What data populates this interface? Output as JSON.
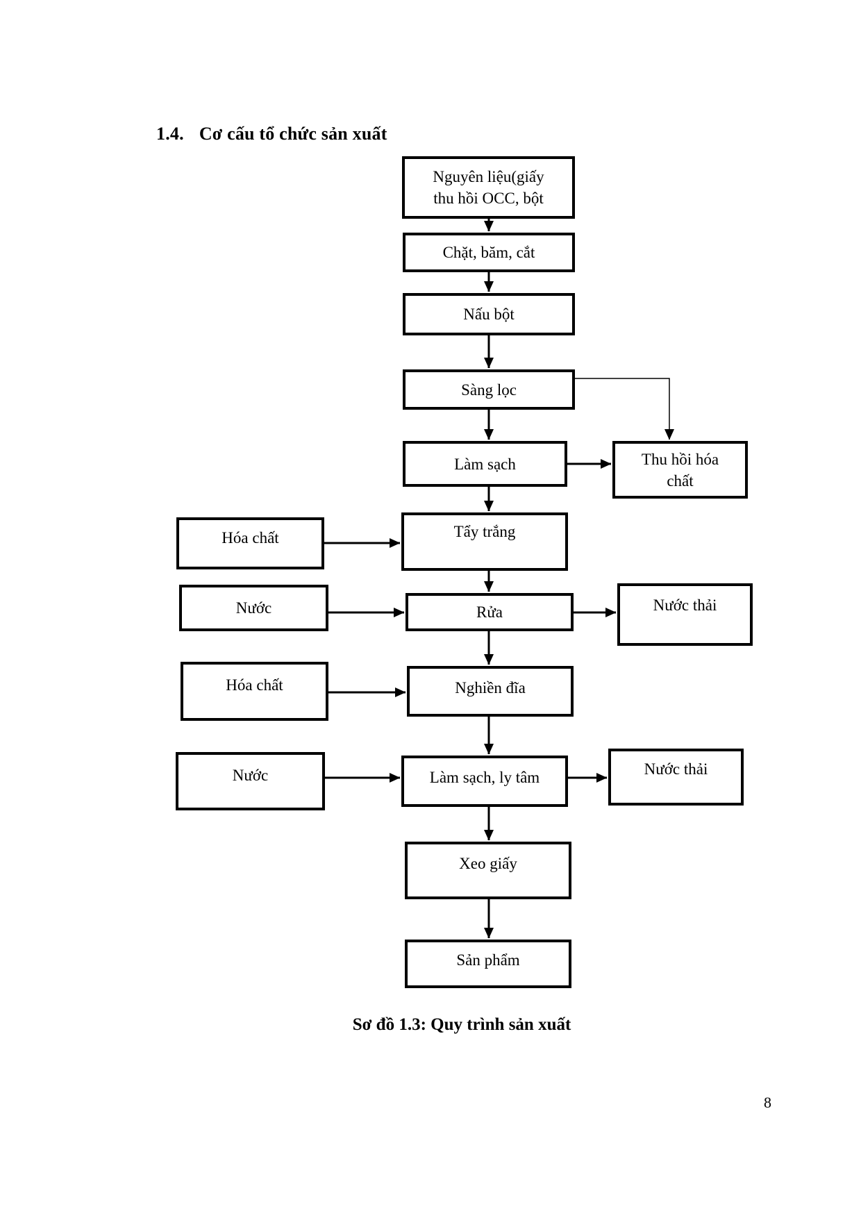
{
  "colors": {
    "ink": "#000000",
    "paper": "#ffffff"
  },
  "heading": {
    "number": "1.4.",
    "title": "Cơ cấu tổ chức sản xuất"
  },
  "caption": "Sơ đồ 1.3: Quy trình sản xuất",
  "page_number": "8",
  "diagram": {
    "nodes": {
      "nguyen_lieu": {
        "label": "Nguyên liệu(giấy\nthu hồi OCC, bột"
      },
      "chat_bam_cat": {
        "label": "Chặt, băm, cắt"
      },
      "nau_bot": {
        "label": "Nấu bột"
      },
      "sang_loc": {
        "label": "Sàng lọc"
      },
      "lam_sach": {
        "label": "Làm sạch"
      },
      "thu_hoi_hoa_chat": {
        "label": "Thu hồi hóa\nchất"
      },
      "hoa_chat_1": {
        "label": "Hóa chất"
      },
      "tay_trang": {
        "label": "Tẩy trắng"
      },
      "nuoc_1": {
        "label": "Nước"
      },
      "rua": {
        "label": "Rửa"
      },
      "nuoc_thai_1": {
        "label": "Nước thải"
      },
      "hoa_chat_2": {
        "label": "Hóa chất"
      },
      "nghien_dia": {
        "label": "Nghiền đĩa"
      },
      "nuoc_2": {
        "label": "Nước"
      },
      "lam_sach_ly_tam": {
        "label": "Làm sạch, ly tâm"
      },
      "nuoc_thai_2": {
        "label": "Nước thải"
      },
      "xeo_giay": {
        "label": "Xeo giấy"
      },
      "san_pham": {
        "label": "Sản phẩm"
      }
    }
  }
}
